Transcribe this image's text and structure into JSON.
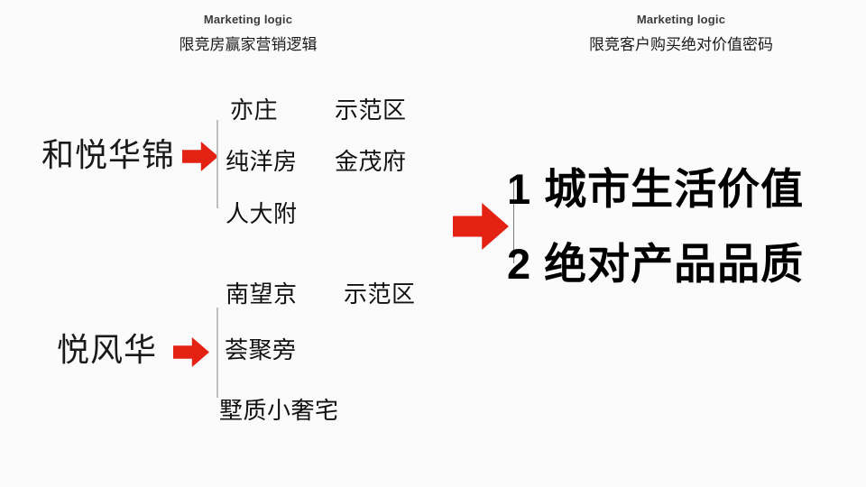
{
  "slide": {
    "background_color": "#fbfbfb",
    "accent_color": "#e32213",
    "divider_color": "#bfbfbf",
    "header_label_color": "#3a3a3a"
  },
  "headers": {
    "left": {
      "en": "Marketing logic",
      "cn": "限竞房赢家营销逻辑"
    },
    "right": {
      "en": "Marketing logic",
      "cn": "限竞客户购买绝对价值密码"
    }
  },
  "left_panel": {
    "blocks": [
      {
        "label": "和悦华锦",
        "arrow": "right-arrow-icon",
        "rows": [
          {
            "col1": "亦庄",
            "col2": "示范区"
          },
          {
            "col1": "纯洋房",
            "col2": "金茂府"
          },
          {
            "col1": "人大附",
            "col2": ""
          }
        ]
      },
      {
        "label": "悦风华",
        "arrow": "right-arrow-icon",
        "rows": [
          {
            "col1": "南望京",
            "col2": "示范区"
          },
          {
            "col1": "荟聚旁",
            "col2": ""
          },
          {
            "col1": "墅质小奢宅",
            "col2": ""
          }
        ]
      }
    ]
  },
  "right_panel": {
    "arrow": "right-arrow-icon",
    "conclusions": [
      {
        "number": "1",
        "text": "城市生活价值"
      },
      {
        "number": "2",
        "text": "绝对产品品质"
      }
    ]
  }
}
